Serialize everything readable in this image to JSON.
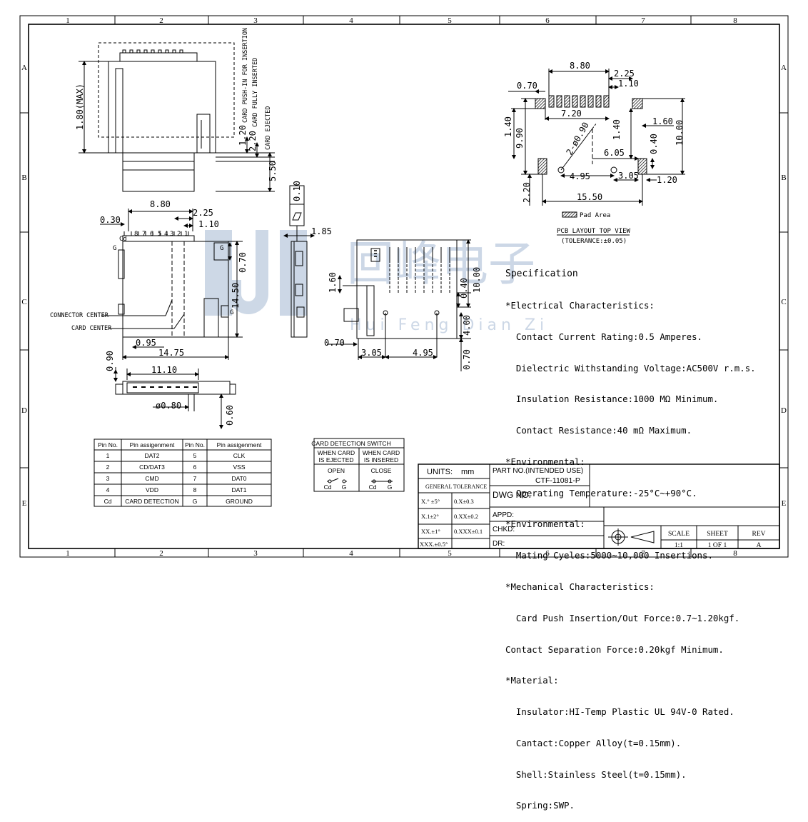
{
  "frame": {
    "col_labels": [
      "1",
      "2",
      "3",
      "4",
      "5",
      "6",
      "7",
      "8"
    ],
    "row_labels": [
      "A",
      "B",
      "C",
      "D",
      "E"
    ]
  },
  "watermark": {
    "text": "回峰电子",
    "sub": "Hui Feng Dian Zi"
  },
  "side_view": {
    "max_height": "1.80(MAX)",
    "dim_120": "1.20",
    "label_120": "CARD PUSH-IN FOR INSERTION",
    "dim_220": "2.20",
    "label_220": "CARD FULLY INSERTED",
    "dim_550": "5.50",
    "label_550": "CARD EJECTED"
  },
  "top_view": {
    "dim_880": "8.80",
    "dim_030": "0.30",
    "dim_225": "2.25",
    "dim_110": "1.10",
    "pins": [
      "Cd",
      "8",
      "7",
      "6",
      "5",
      "4",
      "3",
      "2",
      "1"
    ],
    "g_top": "G",
    "g_left": "G",
    "g_right": "G",
    "g_bottom": "G",
    "dim_070": "0.70",
    "dim_1450": "14.50",
    "connector_center": "CONNECTOR CENTER",
    "card_center": "CARD CENTER",
    "dim_095": "0.95",
    "dim_1475": "14.75"
  },
  "flatness": {
    "value": "0.10"
  },
  "right_side": {
    "dim_185": "1.85"
  },
  "front_view": {
    "dim_090": "0.90",
    "dim_1110": "11.10",
    "dim_080": "ø0.80",
    "dim_060": "0.60"
  },
  "bottom_view": {
    "dim_160": "1.60",
    "dim_070": "0.70",
    "dim_305": "3.05",
    "dim_495": "4.95",
    "dim_1000": "10.00",
    "dim_040": "0.40",
    "dim_400": "4.00",
    "dim_070b": "0.70"
  },
  "pcb": {
    "dim_880": "8.80",
    "dim_225": "2.25",
    "dim_110": "1.10",
    "dim_070": "0.70",
    "dim_720": "7.20",
    "dim_140a": "1.40",
    "dim_990": "9.90",
    "dim_090": "2-ø0.90",
    "dim_140b": "1.40",
    "dim_160": "1.60",
    "dim_1000": "10.00",
    "dim_040": "0.40",
    "dim_605": "6.05",
    "dim_495": "4.95",
    "dim_305": "3.05",
    "dim_120": "1.20",
    "dim_220": "2.20",
    "dim_1550": "15.50",
    "legend": "Pad Area",
    "title": "PCB LAYOUT TOP VIEW",
    "tolerance": "(TOLERANCE:±0.05)"
  },
  "spec_lines": [
    "Specification",
    "*Electrical Characteristics:",
    "  Contact Current Rating:0.5 Amperes.",
    "  Dielectric Withstanding Voltage:AC500V r.m.s.",
    "  Insulation Resistance:1000 MΩ Minimum.",
    "  Contact Resistance:40 mΩ Maximum.",
    "*Environmental:",
    "  Operating Temperature:-25°C~+90°C.",
    "*Environmental:",
    "  Mating Cyeles:5000~10,000 Insertions.",
    "*Mechanical Characteristics:",
    "  Card Push Insertion/Out Force:0.7~1.20kgf.",
    "Contact Separation Force:0.20kgf Minimum.",
    "*Material:",
    "  Insulator:HI-Temp Plastic UL 94V-0 Rated.",
    "  Cantact:Copper Alloy(t=0.15mm).",
    "  Shell:Stainless Steel(t=0.15mm).",
    "  Spring:SWP."
  ],
  "pin_table": {
    "headers": [
      "Pin No.",
      "Pin assigenment",
      "Pin No.",
      "Pin assigenment"
    ],
    "rows": [
      [
        "1",
        "DAT2",
        "5",
        "CLK"
      ],
      [
        "2",
        "CD/DAT3",
        "6",
        "VSS"
      ],
      [
        "3",
        "CMD",
        "7",
        "DAT0"
      ],
      [
        "4",
        "VDD",
        "8",
        "DAT1"
      ],
      [
        "Cd",
        "CARD DETECTION",
        "G",
        "GROUND"
      ]
    ]
  },
  "switch_table": {
    "title": "CARD DETECTION SWITCH",
    "col1_line1": "WHEN CARD",
    "col1_line2": "IS EJECTED",
    "col2_line1": "WHEN CARD",
    "col2_line2": "IS INSERED",
    "state1": "OPEN",
    "state2": "CLOSE",
    "cd": "Cd",
    "g": "G"
  },
  "title_block": {
    "units_label": "UNITS:",
    "units_value": "mm",
    "general_tolerance": "GENERAL TOLERANCE",
    "tol": [
      [
        "X.° ±5°",
        "0.X±0.3"
      ],
      [
        "X.1±2°",
        "0.XX±0.2"
      ],
      [
        "XX.±1°",
        "0.XXX±0.1"
      ],
      [
        "XXX.±0.5°",
        ""
      ]
    ],
    "part_no_label": "PART NO.(INTENDED USE)",
    "part_no": "CTF-11081-P",
    "dwg_no": "DWG NO.",
    "appd": "APPD:",
    "chkd": "CHKD:",
    "dr": "DR:",
    "scale_label": "SCALE",
    "scale_value": "1:1",
    "sheet_label": "SHEET",
    "sheet_value": "1 OF 1",
    "rev_label": "REV",
    "rev_value": "A"
  }
}
